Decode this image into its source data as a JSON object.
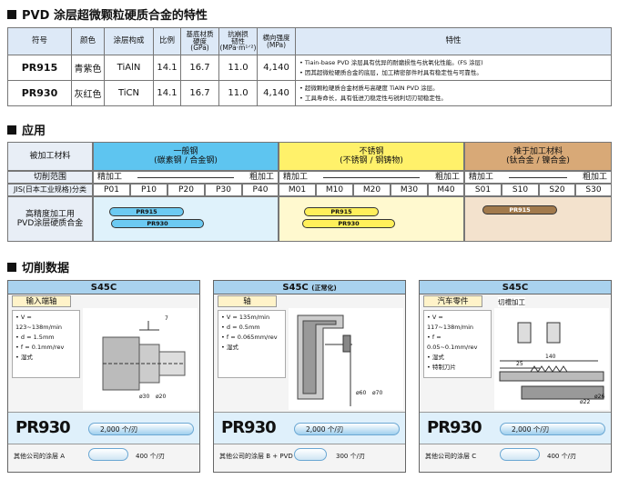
{
  "sections": {
    "s1": "PVD 涂层超微颗粒硬质合金的特性",
    "s2": "应用",
    "s3": "切削数据"
  },
  "props": {
    "headers": [
      "符号",
      "颜色",
      "涂层构成",
      "比例",
      "基底材质\n硬度\n(GPa)",
      "抗崩损\n韧性\n(MPa·m¹ᐟ²)",
      "横向强度\n(MPa)",
      "特性"
    ],
    "rows": [
      {
        "code": "PR915",
        "color": "青紫色",
        "coat": "TiAlN",
        "ratio": "14.1",
        "hard": "16.7",
        "tough": "11.0",
        "strength": "4,140",
        "feat": [
          "• Tiain-base PVD 涂层具有优异的耐磨损性与抗氧化性能。(FS 涂层)",
          "• 因其超微粒硬质合金的底层，加工精密部件时具有稳定性与可靠性。"
        ]
      },
      {
        "code": "PR930",
        "color": "灰红色",
        "coat": "TiCN",
        "ratio": "14.1",
        "hard": "16.7",
        "tough": "11.0",
        "strength": "4,140",
        "feat": [
          "• 超微颗粒硬质合金材质与高硬度 TiAlN PVD 涂层。",
          "• 工具寿命长，具有低进刀稳定性与锐利切刃韧稳定性。"
        ]
      }
    ]
  },
  "app": {
    "row_label": "被加工材料",
    "groups": [
      {
        "name": "一般钢",
        "sub": "(碳素钢 / 合金钢)"
      },
      {
        "name": "不锈钢",
        "sub": "(不锈钢 / 钢铸物)"
      },
      {
        "name": "难于加工材料",
        "sub": "(钛合金 / 镍合金)"
      }
    ],
    "range_label": "切削范围",
    "fine": "精加工",
    "rough": "粗加工",
    "jis_label": "JIS(日本工业规格)分类",
    "p": [
      "P01",
      "P10",
      "P20",
      "P30",
      "P40"
    ],
    "m": [
      "M01",
      "M10",
      "M20",
      "M30",
      "M40"
    ],
    "s": [
      "S01",
      "S10",
      "S20",
      "S30"
    ],
    "pvd_label": "高精度加工用\nPVD涂层硬质合金",
    "pills": {
      "a": "PR915",
      "b": "PR930"
    },
    "colors": {
      "steel": "#5ec5f0",
      "stain": "#fff16a",
      "hard": "#d8a977",
      "steel_light": "#dff2fb",
      "stain_light": "#fff9cf",
      "hard_light": "#f3e2cd"
    }
  },
  "cut": [
    {
      "title": "S45C",
      "title_suffix": "",
      "label": "输入端轴",
      "cond": [
        "• V = 123~138m/min",
        "• d = 1.5mm",
        "• f = 0.1mm/rev",
        "• 湿式"
      ],
      "pr": "PR930",
      "life": "2,000 个/刃",
      "other": "其他公司的涂层 A",
      "other_life": "400 个/刃",
      "dims": [
        "ø30",
        "ø20",
        "7"
      ]
    },
    {
      "title": "S45C",
      "title_suffix": "(正常化)",
      "label": "轴",
      "cond": [
        "• V = 135m/min",
        "• d = 0.5mm",
        "• f = 0.065mm/rev",
        "• 湿式"
      ],
      "pr": "PR930",
      "life": "2,000 个/刃",
      "other": "其他公司的涂层  B + PVD",
      "other_life": "300 个/刃",
      "dims": [
        "ø60",
        "ø70"
      ]
    },
    {
      "title": "S45C",
      "title_suffix": "",
      "label": "汽车零件",
      "label2": "切槽加工",
      "cond": [
        "• V = 117~138m/min",
        "• f = 0.05~0.1mm/rev",
        "• 湿式",
        "• 特制刀片"
      ],
      "pr": "PR930",
      "life": "2,000 个/刃",
      "other": "其他公司的涂层  C",
      "other_life": "400 个/刃",
      "dims": [
        "140",
        "25",
        "ø22",
        "ø26"
      ]
    }
  ]
}
